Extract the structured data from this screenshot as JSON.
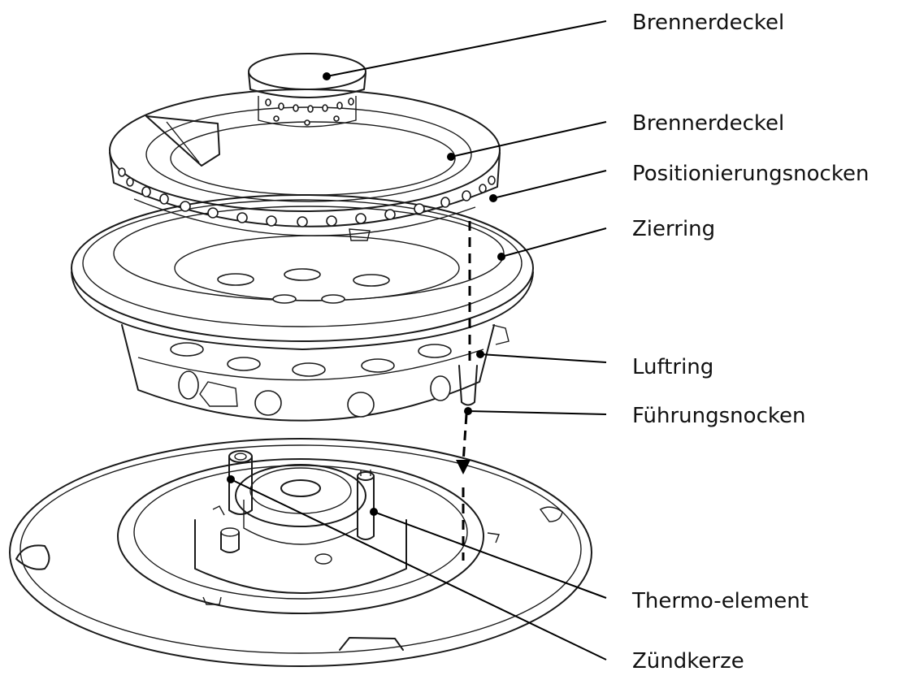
{
  "labels": {
    "burner_cap": "Brennerdeckel",
    "burner_crown": "Brennerdeckel",
    "positioning_cam": "Positionierungsnocken",
    "trim_ring": "Zierring",
    "air_ring": "Luftring",
    "guide_cam": "Führungsnocken",
    "thermo_element": "Thermo-element",
    "spark_plug": "Zündkerze"
  },
  "colors": {
    "line": "#1a1a1a",
    "background": "#ffffff"
  }
}
